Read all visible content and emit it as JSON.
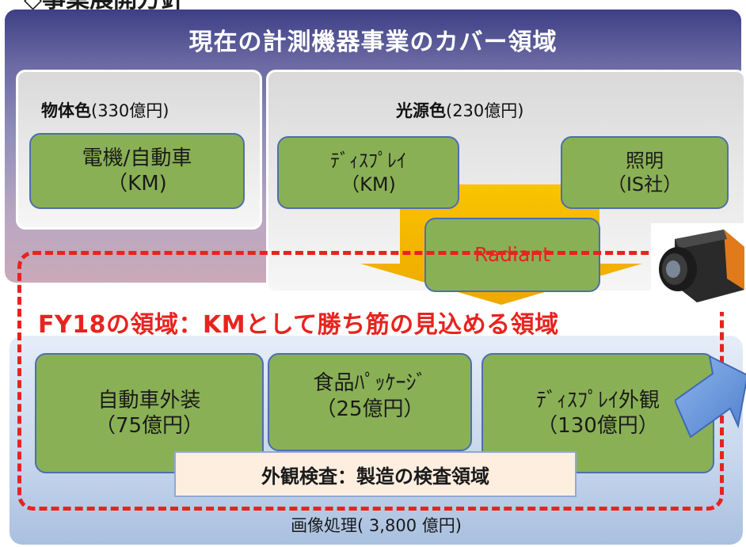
{
  "top_heading": "◇事業展開方針",
  "coverage": {
    "title": "現在の計測機器事業のカバー領域",
    "object_color": {
      "name": "物体色",
      "amount": "(330億円)",
      "segment": {
        "line1": "電機/自動車",
        "line2": "（KM)"
      }
    },
    "light_color": {
      "name": "光源色",
      "amount": "(230億円)",
      "display": {
        "line1": "ﾃﾞｨｽﾌﾟﾚｲ",
        "line2": "（KM)"
      },
      "lighting": {
        "line1": "照明",
        "line2": "（IS社）"
      },
      "radiant": "Radiant"
    }
  },
  "fy18": {
    "title": "FY18の領域：KMとして勝ち筋の見込める領域",
    "segments": [
      {
        "line1": "自動車外装",
        "line2": "（75億円）"
      },
      {
        "line1": "食品ﾊﾟｯｹｰｼﾞ",
        "line2": "（25億円）"
      },
      {
        "line1": "ﾃﾞｨｽﾌﾟﾚｲ外観",
        "line2": "（130億円）"
      }
    ],
    "inspection": "外観検査：製造の検査領域"
  },
  "image_processing": "画像処理( 3,800 億円)",
  "colors": {
    "panel_purple": "#3d3f86",
    "segment_green": "#8ab055",
    "segment_border": "#4d6fb0",
    "fy18_red": "#e8231f",
    "arrow_orange": "#f5b800",
    "side_arrow_blue": "#6d9de0",
    "radiant_text": "#e8231f"
  },
  "icons": [
    "camera-icon",
    "down-arrow",
    "right-arrow"
  ]
}
